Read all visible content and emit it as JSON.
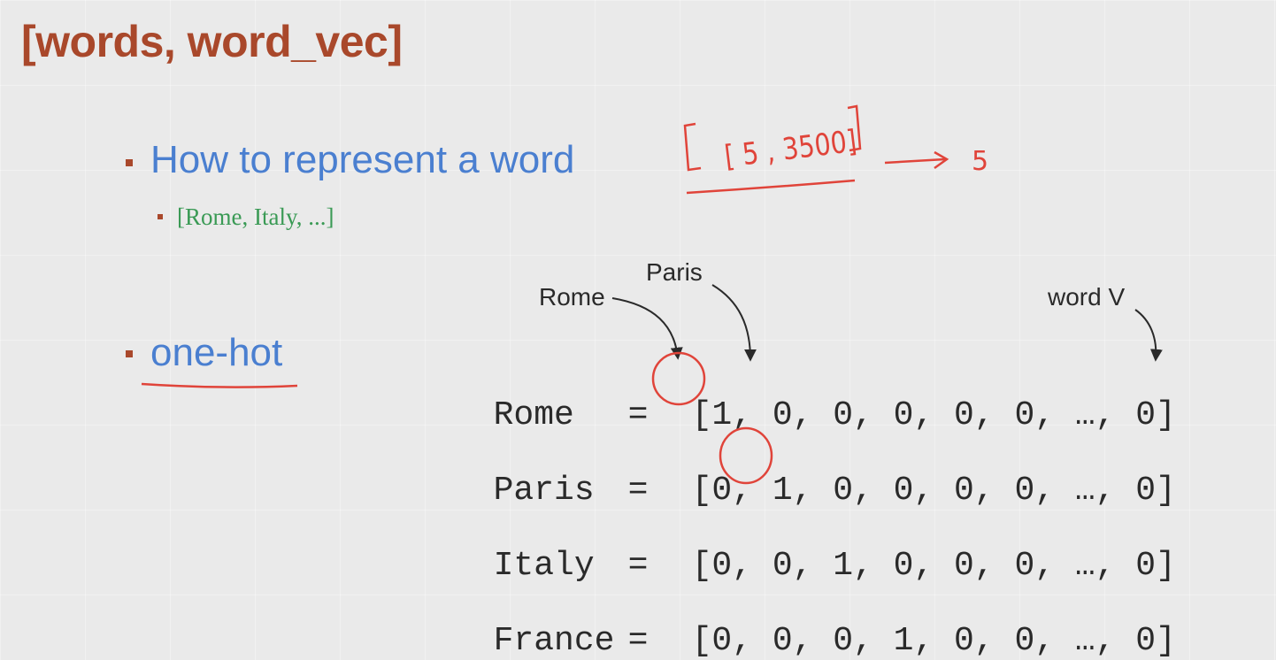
{
  "title": "[words, word_vec]",
  "bullets": {
    "how_to": "How to represent a word",
    "example": "[Rome, Italy, ...]",
    "one_hot": "one-hot"
  },
  "annotations": {
    "rome_label": "Rome",
    "paris_label": "Paris",
    "word_v_label": "word V",
    "handwritten_shape": "[ 5 , 3500]",
    "handwritten_result": "5"
  },
  "rows": [
    {
      "word": "Rome",
      "eq": "=",
      "vector": "[1, 0, 0, 0, 0, 0, …, 0]"
    },
    {
      "word": "Paris",
      "eq": "=",
      "vector": "[0, 1, 0, 0, 0, 0, …, 0]"
    },
    {
      "word": "Italy",
      "eq": "=",
      "vector": "[0, 0, 1, 0, 0, 0, …, 0]"
    },
    {
      "word": "France",
      "eq": "=",
      "vector": "[0, 0, 0, 1, 0, 0, …, 0]"
    }
  ],
  "colors": {
    "title": "#a9482b",
    "heading": "#4a7fd0",
    "example": "#3a9a55",
    "ink": "#e0443a"
  }
}
